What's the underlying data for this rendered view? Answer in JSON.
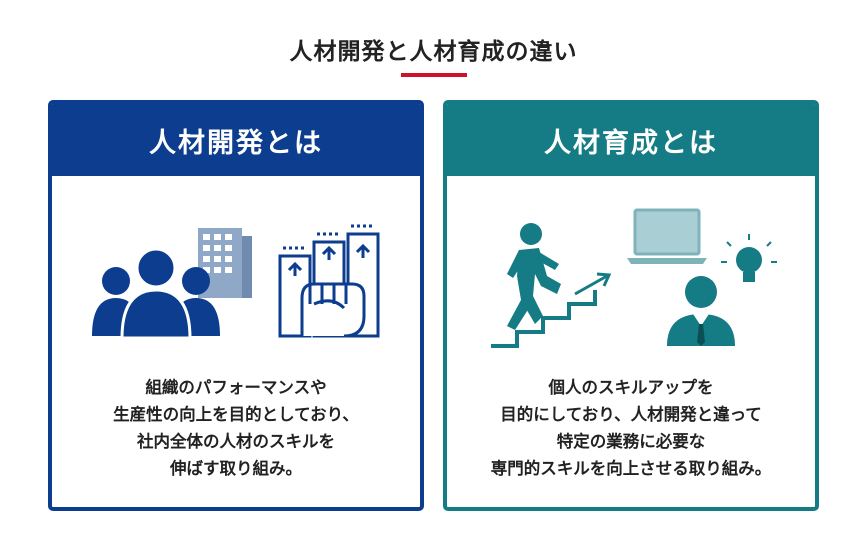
{
  "page": {
    "title": "人材開発と人材育成の違い"
  },
  "colors": {
    "development_blue": "#0c3d8e",
    "training_teal": "#157b84",
    "accent_red": "#d0112b",
    "icon_light_blue": "#8fa8c8",
    "icon_light_teal": "#a9ced3"
  },
  "cards": [
    {
      "heading": "人材開発とは",
      "icons": [
        "people-group-icon",
        "office-building-icon",
        "growth-fist-icon"
      ],
      "description": [
        "組織のパフォーマンスや",
        "生産性の向上を目的としており、",
        "社内全体の人材のスキルを",
        "伸ばす取り組み。"
      ]
    },
    {
      "heading": "人材育成とは",
      "icons": [
        "person-climbing-stairs-icon",
        "laptop-icon",
        "businessman-icon",
        "lightbulb-icon"
      ],
      "description": [
        "個人のスキルアップを",
        "目的にしており、人材開発と違って",
        "特定の業務に必要な",
        "専門的スキルを向上させる取り組み。"
      ]
    }
  ]
}
